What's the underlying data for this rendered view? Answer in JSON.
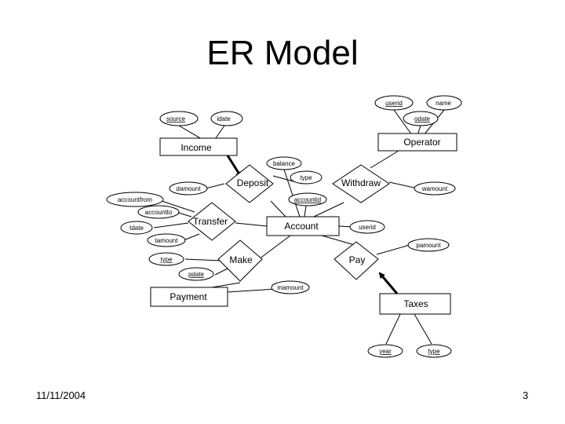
{
  "title": "ER Model",
  "footer": {
    "date": "11/11/2004",
    "page": "3"
  },
  "entities": {
    "income": "Income",
    "operator": "Operator",
    "account": "Account",
    "payment": "Payment",
    "taxes": "Taxes"
  },
  "relationships": {
    "deposit": "Deposit",
    "withdraw": "Withdraw",
    "transfer": "Transfer",
    "make": "Make",
    "pay": "Pay"
  },
  "attributes": {
    "source": "source",
    "idate": "idate",
    "userid_top": "userid",
    "name": "name",
    "odate": "odate",
    "balance": "balance",
    "type_deposit": "type",
    "damount": "damount",
    "wamount": "wamount",
    "accountfrom": "accountfrom",
    "accountid": "accountid",
    "accountto": "accountto",
    "tdate": "tdate",
    "userid_account": "userid",
    "tamount": "tamount",
    "pamount": "pamount",
    "type_payment": "type",
    "pdate": "pdate",
    "mamount": "mamount",
    "year": "year",
    "type_taxes": "type"
  },
  "underlined_attributes": [
    "userid_top",
    "odate",
    "accountid",
    "year",
    "type_taxes",
    "source",
    "type_payment",
    "pdate"
  ]
}
